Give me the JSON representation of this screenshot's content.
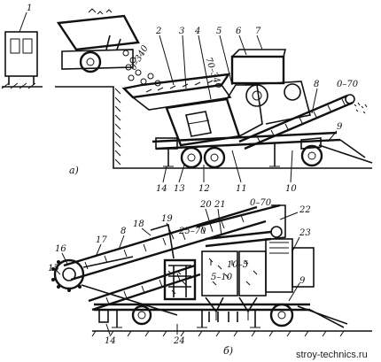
{
  "figure": {
    "caption_a": "а)",
    "caption_b": "б)",
    "watermark": "stroy-technics.ru"
  },
  "part_labels_a": [
    "1",
    "2",
    "3",
    "4",
    "5",
    "6",
    "7",
    "8",
    "9",
    "10",
    "11",
    "12",
    "13",
    "14"
  ],
  "part_labels_b": [
    "14",
    "15",
    "16",
    "17",
    "8",
    "18",
    "19",
    "20",
    "21",
    "22",
    "23",
    "9",
    "24"
  ],
  "fraction_labels": {
    "feed_a": "0–340",
    "chute_a": "70–340",
    "out_a": "0–70",
    "top_b": "0–70",
    "mid_b": "25–70",
    "low_b": "10–5",
    "low_b2": "5–10"
  }
}
